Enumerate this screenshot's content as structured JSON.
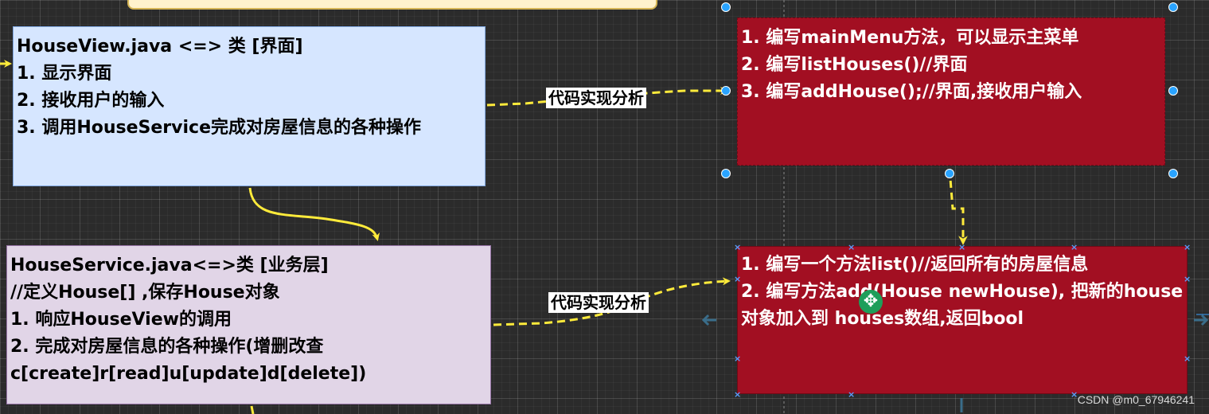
{
  "colors": {
    "canvas_bg": "#2b2b2b",
    "view_box_fill": "#d6e6ff",
    "service_box_fill": "#e1d5e7",
    "code_box_fill": "#a20f22",
    "arrow_yellow": "#ffeb3b",
    "handle_blue": "#29a3ff"
  },
  "view_box": {
    "lines": [
      "HouseView.java <=> 类 [界面]",
      "1. 显示界面",
      "2. 接收用户的输入",
      "3. 调用HouseService完成对房屋信息的各种操作"
    ]
  },
  "service_box": {
    "lines": [
      "HouseService.java<=>类 [业务层]",
      "//定义House[] ,保存House对象",
      "1. 响应HouseView的调用",
      "2. 完成对房屋信息的各种操作(增删改查",
      "c[create]r[read]u[update]d[delete])"
    ]
  },
  "view_code_box": {
    "lines": [
      "1. 编写mainMenu方法，可以显示主菜单",
      "2. 编写listHouses()//界面",
      "3. 编写addHouse();//界面,接收用户输入"
    ]
  },
  "service_code_box": {
    "lines": [
      "1. 编写一个方法list()//返回所有的房屋信息",
      "2. 编写方法add(House newHouse), 把新的house对象加入到 houses数组,返回bool"
    ]
  },
  "edge_labels": {
    "view_to_code": "代码实现分析",
    "service_to_code": "代码实现分析"
  },
  "watermark": "CSDN @m0_67946241"
}
